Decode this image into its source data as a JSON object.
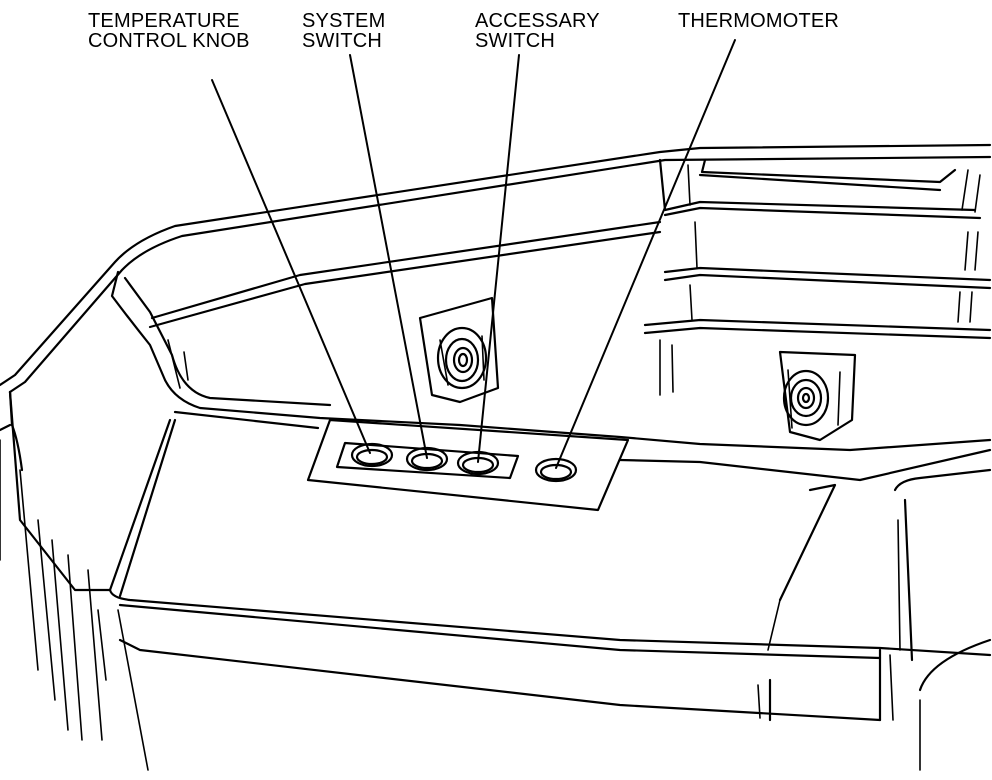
{
  "labels": {
    "temperature_control_knob": {
      "line1": "TEMPERATURE",
      "line2": "CONTROL KNOB"
    },
    "system_switch": {
      "line1": "SYSTEM",
      "line2": "SWITCH"
    },
    "accessary_switch": {
      "line1": "ACCESSARY",
      "line2": "SWITCH"
    },
    "thermomoter": {
      "line1": "THERMOMOTER"
    }
  },
  "colors": {
    "line": "#000000",
    "background": "#ffffff"
  }
}
